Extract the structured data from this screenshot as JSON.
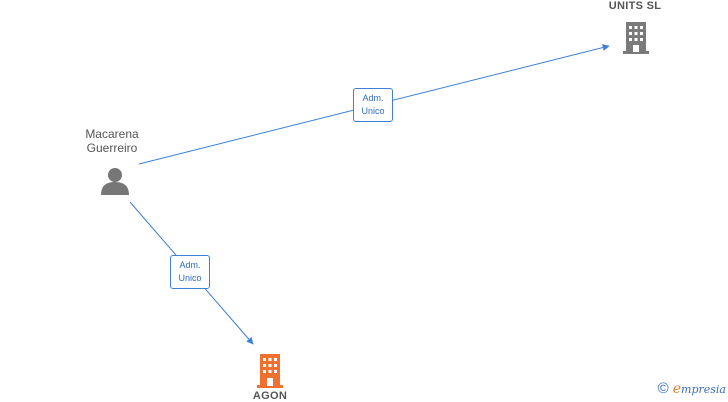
{
  "nodes": {
    "person": {
      "name_line1": "Macarena",
      "name_line2": "Guerreiro"
    },
    "company_top": {
      "name": "UNITS  SL",
      "color": "#7a7a7a"
    },
    "company_bottom": {
      "name": "AGON",
      "color": "#f07030"
    }
  },
  "edges": [
    {
      "from": "person",
      "to": "company_top",
      "label_line1": "Adm.",
      "label_line2": "Unico"
    },
    {
      "from": "person",
      "to": "company_bottom",
      "label_line1": "Adm.",
      "label_line2": "Unico"
    }
  ],
  "colors": {
    "edge": "#3f7fd6",
    "person_icon": "#777777"
  },
  "watermark": {
    "copyright": "©",
    "brand_initial": "e",
    "brand_rest": "mpresia"
  }
}
